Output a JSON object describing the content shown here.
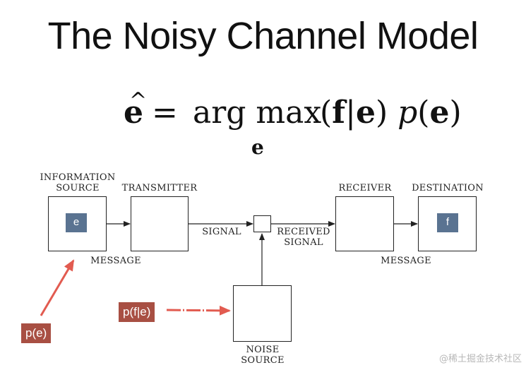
{
  "title": "The Noisy Channel Model",
  "formula": {
    "lhs": "e",
    "hat": "^",
    "equals": "=",
    "operator": "arg max",
    "subscript": "e",
    "rhs_open": "(",
    "rhs_f": "f",
    "rhs_bar": "|",
    "rhs_e": "e",
    "rhs_close": ")",
    "p_symbol": "p",
    "p_open": "(",
    "p_e": "e",
    "p_close": ")"
  },
  "diagram": {
    "info_source_line1": "INFORMATION",
    "info_source_line2": "SOURCE",
    "transmitter": "TRANSMITTER",
    "receiver": "RECEIVER",
    "destination": "DESTINATION",
    "signal": "SIGNAL",
    "received_signal_line1": "RECEIVED",
    "received_signal_line2": "SIGNAL",
    "message_left": "MESSAGE",
    "message_right": "MESSAGE",
    "noise_source_line1": "NOISE",
    "noise_source_line2": "SOURCE"
  },
  "chips": {
    "source_chip": "e",
    "destination_chip": "f"
  },
  "annotations": {
    "prior": "p(e)",
    "channel": "p(f|e)"
  },
  "watermark": "@稀土掘金技术社区",
  "colors": {
    "chip": "#5a7391",
    "annotation": "#a84f43",
    "arrow_red": "#e25b50"
  }
}
